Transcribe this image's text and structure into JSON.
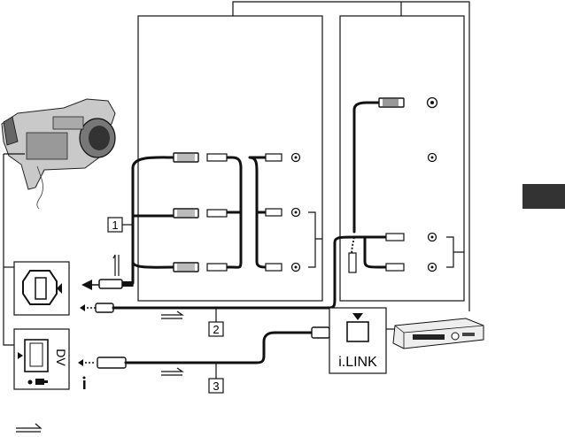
{
  "callouts": {
    "one": "1",
    "two": "2",
    "three": "3"
  },
  "ports": {
    "dv": "DV",
    "ilink": "i.LINK"
  },
  "colors": {
    "edge_tab": "#333333",
    "ink": "#111111"
  }
}
